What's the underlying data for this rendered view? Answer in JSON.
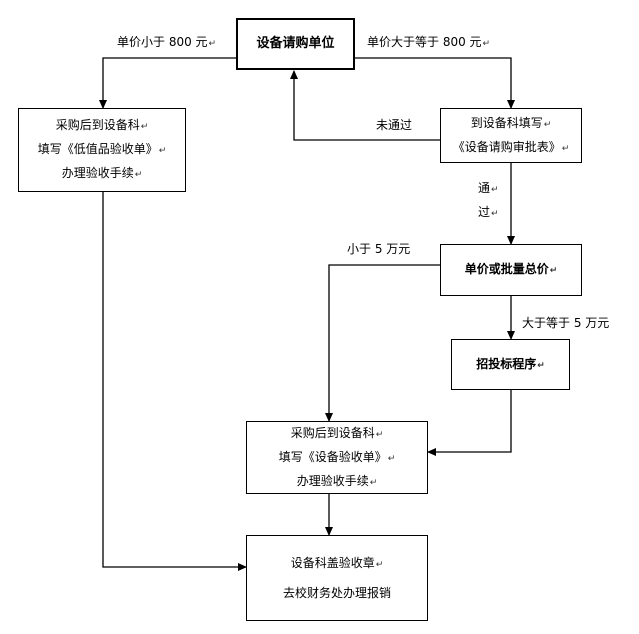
{
  "boxes": {
    "dept": {
      "text": "设备请购单位"
    },
    "low_value": {
      "lines": [
        "采购后到设备科",
        "填写《低值品验收单》",
        "办理验收手续"
      ]
    },
    "apply_form": {
      "lines": [
        "到设备科填写",
        "《设备请购审批表》"
      ]
    },
    "total_price": {
      "text": "单价或批量总价"
    },
    "bidding": {
      "text": "招投标程序"
    },
    "accept": {
      "lines": [
        "采购后到设备科",
        "填写《设备验收单》",
        "办理验收手续"
      ]
    },
    "final": {
      "lines": [
        "设备科盖验收章",
        "去校财务处办理报销"
      ]
    }
  },
  "labels": {
    "under_800": "单价小于 800 元",
    "over_800": "单价大于等于 800 元",
    "not_passed": "未通过",
    "passed_1": "通",
    "passed_2": "过",
    "under_5w": "小于 5 万元",
    "over_5w": "大于等于 5 万元"
  },
  "para_mark": "↵"
}
